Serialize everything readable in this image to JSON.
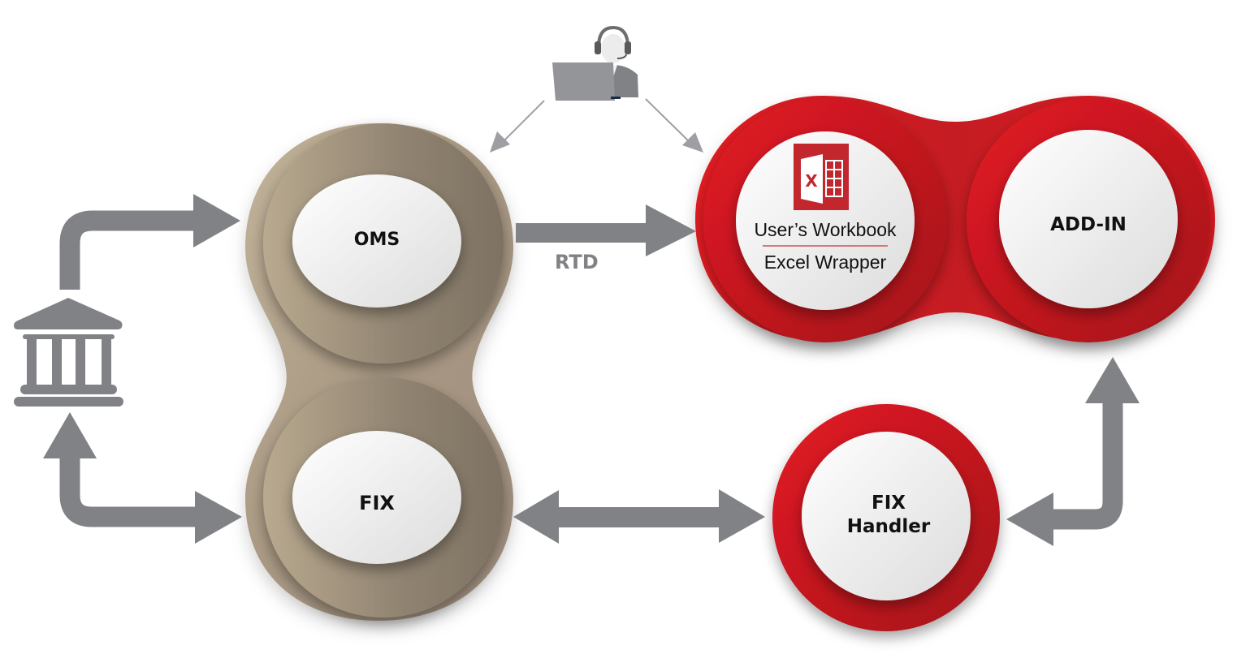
{
  "colors": {
    "arrow": "#808285",
    "oms_fix_outer": "#a99a88",
    "oms_fix_ring": "#8a7d6c",
    "excel_red": "#c1272d",
    "red_outer": "#e31b23",
    "red_dark": "#b3161d",
    "inner_disc": "#f0f0f0"
  },
  "nodes": {
    "oms": {
      "label": "OMS"
    },
    "fix": {
      "label": "FIX"
    },
    "workbook": {
      "line1": "User’s Workbook",
      "line2": "Excel Wrapper",
      "icon": "excel-icon"
    },
    "addin": {
      "label": "ADD-IN"
    },
    "fix_handler": {
      "line1": "FIX",
      "line2": "Handler"
    }
  },
  "edges": {
    "rtd": {
      "label": "RTD",
      "from": "OMS",
      "to": "User’s Workbook"
    },
    "bank_to_oms": {
      "from": "Bank",
      "to": "OMS"
    },
    "bank_fix": {
      "from": "Bank",
      "to": "FIX",
      "bidirectional": true
    },
    "fix_handler_link": {
      "from": "FIX",
      "to": "FIX Handler",
      "bidirectional": true
    },
    "handler_addin": {
      "from": "FIX Handler",
      "to": "ADD-IN",
      "bidirectional": true
    },
    "user_to_oms": {
      "from": "User",
      "to": "OMS"
    },
    "user_to_workbook": {
      "from": "User",
      "to": "User’s Workbook"
    }
  },
  "icons": {
    "bank": "bank-icon",
    "user": "user-headset-laptop-icon"
  }
}
